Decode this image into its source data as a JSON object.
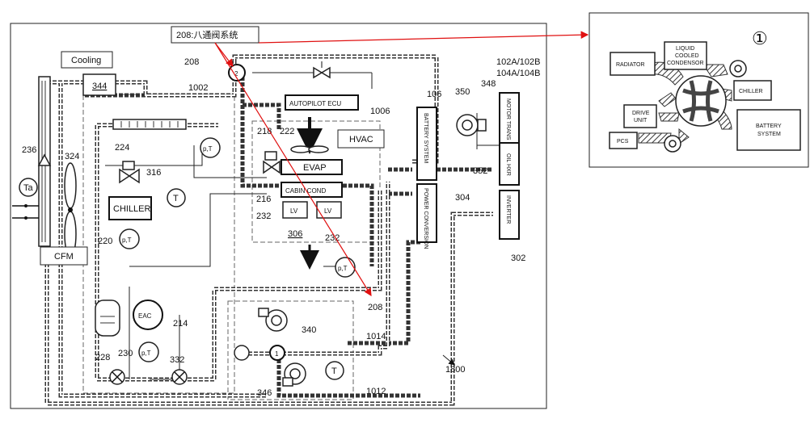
{
  "callouts": {
    "valve_system": "208:八通阀系统",
    "cooling": "Cooling",
    "hvac": "HVAC",
    "cfm": "CFM"
  },
  "components": {
    "autopilot_ecu": "AUTOPILOT ECU",
    "evap": "EVAP",
    "cabin_cond": "CABIN COND",
    "lv_left": "LV",
    "lv_right": "LV",
    "chiller": "CHILLER",
    "battery_system": "BATTERY SYSTEM",
    "power_conversion": "POWER CONVERSION",
    "motor_trans": "MOTOR TRANS",
    "oil_hxr": "OIL HXR",
    "inverter": "INVERTER",
    "eac": "EAC",
    "pt": "p,T",
    "t": "T",
    "ta": "Ta",
    "valve_1": "1",
    "valve_2": "2"
  },
  "refs": {
    "r208_top": "208",
    "r1002": "1002",
    "r344": "344",
    "r236": "236",
    "r324": "324",
    "r224": "224",
    "r316": "316",
    "r220": "220",
    "r218": "218",
    "r222": "222",
    "r216": "216",
    "r232a": "232",
    "r232b": "232",
    "r306": "306",
    "r1006": "1006",
    "r106": "106",
    "r350": "350",
    "r348": "348",
    "r102": "102A/102B",
    "r104": "104A/104B",
    "r352": "352",
    "r304": "304",
    "r302": "302",
    "r208_bottom": "208",
    "r340": "340",
    "r1014": "1014",
    "r214": "214",
    "r228": "228",
    "r230": "230",
    "r332": "332",
    "r346": "346",
    "r1012": "1012",
    "r1800": "1800"
  },
  "inset": {
    "marker": "①",
    "radiator": "RADIATOR",
    "lcc_line1": "LIQUID",
    "lcc_line2": "COOLED",
    "lcc_line3": "CONDENSOR",
    "chiller": "CHILLER",
    "drive_line1": "DRIVE",
    "drive_line2": "UNIT",
    "pcs": "PCS",
    "battery_line1": "BATTERY",
    "battery_line2": "SYSTEM"
  },
  "colors": {
    "annotation_red": "#e01010",
    "ink": "#222222"
  }
}
